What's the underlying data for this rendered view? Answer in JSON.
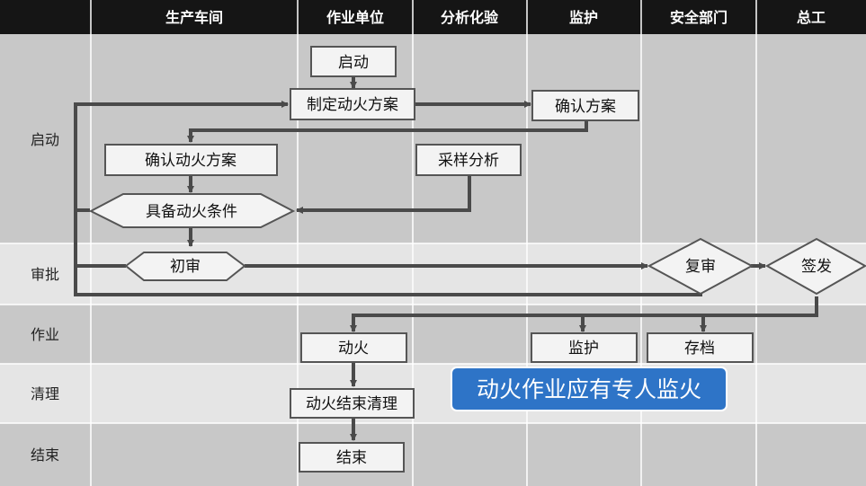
{
  "columns": [
    "生产车间",
    "作业单位",
    "分析化验",
    "监护",
    "安全部门",
    "总工"
  ],
  "lanes": [
    "启动",
    "审批",
    "作业",
    "清理",
    "结束"
  ],
  "nodes": {
    "start": "启动",
    "make_plan": "制定动火方案",
    "confirm_plan_monitor": "确认方案",
    "confirm_plan_workshop": "确认动火方案",
    "sampling": "采样分析",
    "conditions_ready": "具备动火条件",
    "first_review": "初审",
    "re_review": "复审",
    "sign_off": "签发",
    "fire_work": "动火",
    "monitor_task": "监护",
    "archive": "存档",
    "cleanup": "动火结束清理",
    "end": "结束"
  },
  "callout": "动火作业应有专人监火",
  "colors": {
    "header_bg": "#151515",
    "lane_dark": "#c8c8c8",
    "lane_light": "#e5e5e5",
    "grid_line": "#ffffff",
    "node_fill": "#f3f3f3",
    "node_stroke": "#555555",
    "arrow": "#4a4a4a",
    "callout_bg": "#2e74c7"
  }
}
